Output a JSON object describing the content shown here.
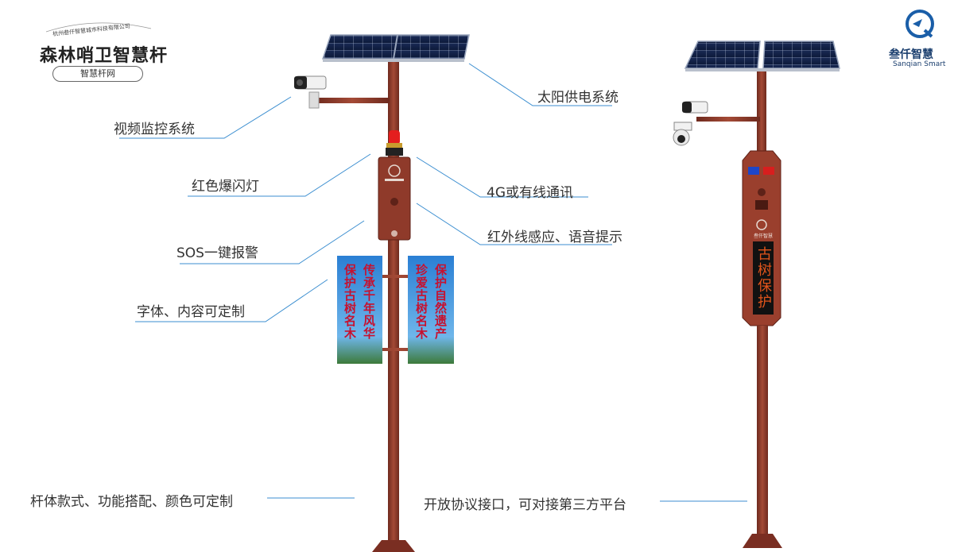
{
  "brand": {
    "title": "森林哨卫智慧杆",
    "company": "杭州叁仟智慧城市科技有限公司",
    "site": "智慧杆网"
  },
  "logo": {
    "name_cn": "叁仟智慧",
    "name_en": "Sanqian Smart",
    "icon": "sanqian-logo-icon"
  },
  "callouts": {
    "solar": "太阳供电系统",
    "camera": "视频监控系统",
    "flash": "红色爆闪灯",
    "comm": "4G或有线通讯",
    "sos": "SOS一键报警",
    "infrared": "红外线感应、语音提示",
    "font": "字体、内容可定制",
    "pole_style": "杆体款式、功能搭配、颜色可定制",
    "protocol": "开放协议接口，可对接第三方平台"
  },
  "banners": {
    "left_a": "保护古树名木",
    "left_b": "传承千年风华",
    "right_a": "珍爱古树名木",
    "right_b": "保护自然遗产"
  },
  "cabinet_logo": "叁仟智慧",
  "led_screen": "古树保护",
  "colors": {
    "pole": "#8c3a2b",
    "banner_blue": "#1f6fbf",
    "banner_text": "#c8102e",
    "callout_line": "#3b8ed0"
  }
}
